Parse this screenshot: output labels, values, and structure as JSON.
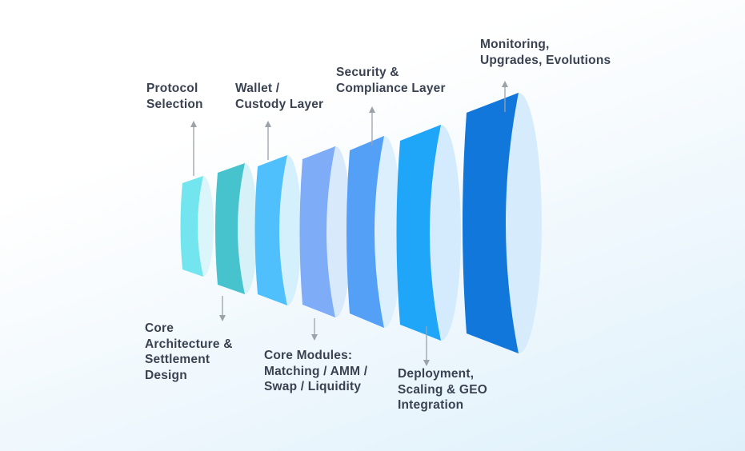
{
  "colors": {
    "text": "#3A4252",
    "arrow": "#9CA2AA",
    "background_top": "#FFFFFF",
    "background_mid": "#F0F8FD",
    "background_bottom": "#DEF1FB"
  },
  "diagram": {
    "type": "funnel-stage-diagram",
    "description": "Seven lens-shaped discs growing left to right, each with a callout label and connector arrow",
    "stages": [
      {
        "id": "protocol-selection",
        "label": "Protocol Selection",
        "label_lines": [
          "Protocol",
          "Selection"
        ],
        "label_position": "above",
        "disc_color": "#72E5EF",
        "disc_back_color": "#DBF6FB"
      },
      {
        "id": "core-architecture",
        "label": "Core Architecture & Settlement Design",
        "label_lines": [
          "Core",
          "Architecture &",
          "Settlement",
          "Design"
        ],
        "label_position": "below",
        "disc_color": "#47C3CD",
        "disc_back_color": "#D6F1F8"
      },
      {
        "id": "wallet-custody",
        "label": "Wallet / Custody Layer",
        "label_lines": [
          "Wallet /",
          "Custody Layer"
        ],
        "label_position": "above",
        "disc_color": "#4FC0FB",
        "disc_back_color": "#D5F0FD"
      },
      {
        "id": "core-modules",
        "label": "Core Modules: Matching / AMM / Swap / Liquidity",
        "label_lines": [
          "Core Modules:",
          "Matching / AMM /",
          "Swap / Liquidity"
        ],
        "label_position": "below",
        "disc_color": "#7EACF7",
        "disc_back_color": "#D8E9FC"
      },
      {
        "id": "security-compliance",
        "label": "Security & Compliance Layer",
        "label_lines": [
          "Security &",
          "Compliance Layer"
        ],
        "label_position": "above",
        "disc_color": "#53A0F6",
        "disc_back_color": "#DCEFFC"
      },
      {
        "id": "deployment-scaling",
        "label": "Deployment, Scaling & GEO Integration",
        "label_lines": [
          "Deployment,",
          "Scaling & GEO",
          "Integration"
        ],
        "label_position": "below",
        "disc_color": "#20A6F8",
        "disc_back_color": "#D3EBFC"
      },
      {
        "id": "monitoring-upgrades",
        "label": "Monitoring, Upgrades, Evolutions",
        "label_lines": [
          "Monitoring,",
          "Upgrades, Evolutions"
        ],
        "label_position": "above",
        "disc_color": "#1277DB",
        "disc_back_color": "#D6ECFD"
      }
    ]
  }
}
